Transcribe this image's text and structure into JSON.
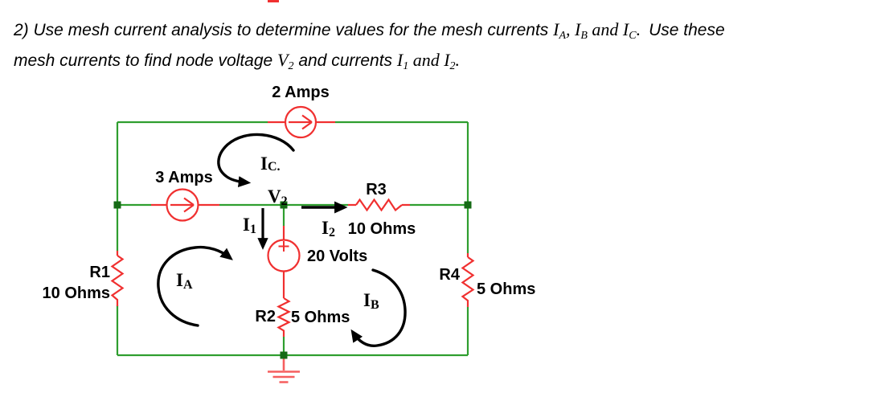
{
  "problem": {
    "line1": {
      "lead": "2) Use mesh current analysis to determine values for the mesh currents ",
      "ia_sym": "I",
      "ia_sub": "A",
      "comma": ", ",
      "ib_sym": "I",
      "ib_sub": "B",
      "and1": " and ",
      "ic_sym": "I",
      "ic_sub": "C",
      "period1": ".",
      "tail": "Use these"
    },
    "line2": {
      "lead": "mesh currents to find node voltage ",
      "v_sym": "V",
      "v_sub": "2",
      "mid": " and currents ",
      "i1_sym": "I",
      "i1_sub": "1",
      "and2": " and ",
      "i2_sym": "I",
      "i2_sub": "2",
      "period2": "."
    }
  },
  "circuit": {
    "sources": {
      "top_current_label": "2 Amps",
      "left_current_label": "3 Amps",
      "voltage_label": "20 Volts",
      "voltage_polarity": "+"
    },
    "resistors": {
      "r1_name": "R1",
      "r1_value": "10 Ohms",
      "r2_name": "R2",
      "r2_value": "5 Ohms",
      "r3_name": "R3",
      "r3_value": "10 Ohms",
      "r4_name": "R4",
      "r4_value": "5 Ohms"
    },
    "mesh_currents": {
      "ia_sym": "I",
      "ia_sub": "A",
      "ib_sym": "I",
      "ib_sub": "B",
      "ic_sym": "I",
      "ic_sub": "C",
      "ic_dot": "."
    },
    "node_voltage": {
      "sym": "V",
      "sub": "2"
    },
    "branch_currents": {
      "i1_sym": "I",
      "i1_sub": "1",
      "i2_sym": "I",
      "i2_sub": "2"
    },
    "colors": {
      "wire_green": "#2f9e2f",
      "component_red": "#f03030",
      "node_green": "#166a16",
      "ground_red": "#f55e5e",
      "annotation_black": "#000000"
    }
  }
}
